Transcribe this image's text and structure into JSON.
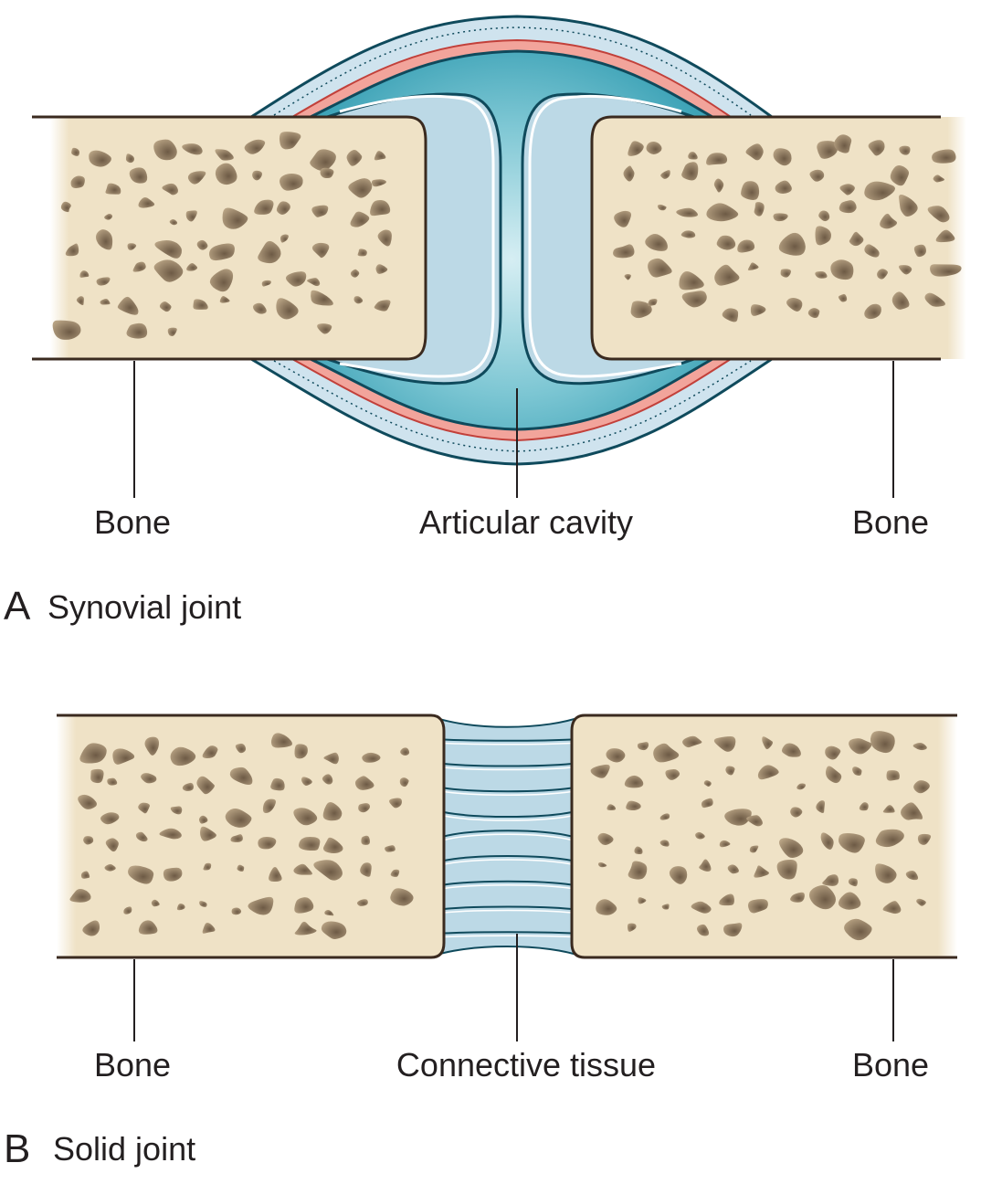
{
  "panel_a": {
    "letter": "A",
    "title": "Synovial joint",
    "labels": {
      "left_bone": "Bone",
      "center": "Articular cavity",
      "right_bone": "Bone"
    }
  },
  "panel_b": {
    "letter": "B",
    "title": "Solid joint",
    "labels": {
      "left_bone": "Bone",
      "center": "Connective tissue",
      "right_bone": "Bone"
    }
  },
  "colors": {
    "bone_fill": "#efe2c6",
    "bone_outline": "#3a2a1f",
    "pore": "#8a7356",
    "cartilage": "#bcd9e6",
    "cavity": "#5fb8c8",
    "synovial_membrane": "#f2a49b",
    "capsule": "#cfe3ee",
    "outline": "#0f4a5c"
  }
}
